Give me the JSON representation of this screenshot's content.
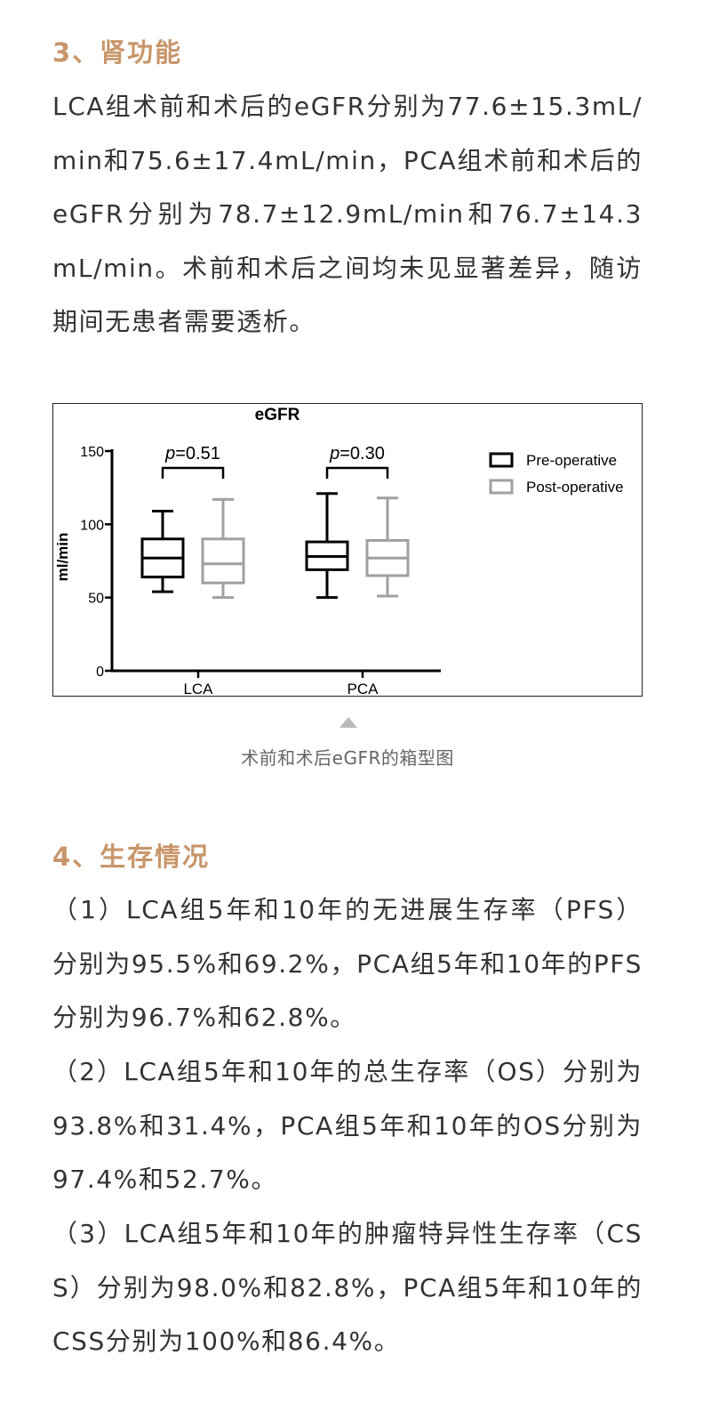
{
  "section3": {
    "heading": "3、肾功能",
    "paragraph": "LCA组术前和术后的eGFR分别为77.6±15.3mL/min和75.6±17.4mL/min，PCA组术前和术后的eGFR分别为78.7±12.9mL/min和76.7±14.3mL/min。术前和术后之间均未见显著差异，随访期间无患者需要透析。"
  },
  "figure": {
    "caption": "术前和术后eGFR的箱型图"
  },
  "chart_data": {
    "type": "box",
    "title": "eGFR",
    "ylabel": "ml/min",
    "xlabel": "",
    "ylim": [
      0,
      150
    ],
    "yticks": [
      0,
      50,
      100,
      150
    ],
    "ytick_labels": [
      "0",
      "50",
      "100",
      "150"
    ],
    "categories": [
      "LCA",
      "PCA"
    ],
    "legend_position": "top-right",
    "colors": {
      "pre": "#000000",
      "post": "#a0a0a0"
    },
    "series": [
      {
        "name": "Pre-operative",
        "boxes": [
          {
            "category": "LCA",
            "min": 54,
            "q1": 64,
            "median": 77,
            "q3": 90,
            "max": 109
          },
          {
            "category": "PCA",
            "min": 50,
            "q1": 69,
            "median": 78,
            "q3": 88,
            "max": 121
          }
        ]
      },
      {
        "name": "Post-operative",
        "boxes": [
          {
            "category": "LCA",
            "min": 50,
            "q1": 60,
            "median": 73,
            "q3": 90,
            "max": 117
          },
          {
            "category": "PCA",
            "min": 51,
            "q1": 65,
            "median": 77,
            "q3": 89,
            "max": 118
          }
        ]
      }
    ],
    "annotations": [
      {
        "category": "LCA",
        "p_label": "p",
        "p_value": "=0.51"
      },
      {
        "category": "PCA",
        "p_label": "p",
        "p_value": "=0.30"
      }
    ]
  },
  "section4": {
    "heading": "4、生存情况",
    "paragraphs": [
      "（1）LCA组5年和10年的无进展生存率（PFS）分别为95.5%和69.2%，PCA组5年和10年的PFS分别为96.7%和62.8%。",
      "（2）LCA组5年和10年的总生存率（OS）分别为93.8%和31.4%，PCA组5年和10年的OS分别为97.4%和52.7%。",
      "（3）LCA组5年和10年的肿瘤特异性生存率（CSS）分别为98.0%和82.8%，PCA组5年和10年的CSS分别为100%和86.4%。"
    ]
  }
}
